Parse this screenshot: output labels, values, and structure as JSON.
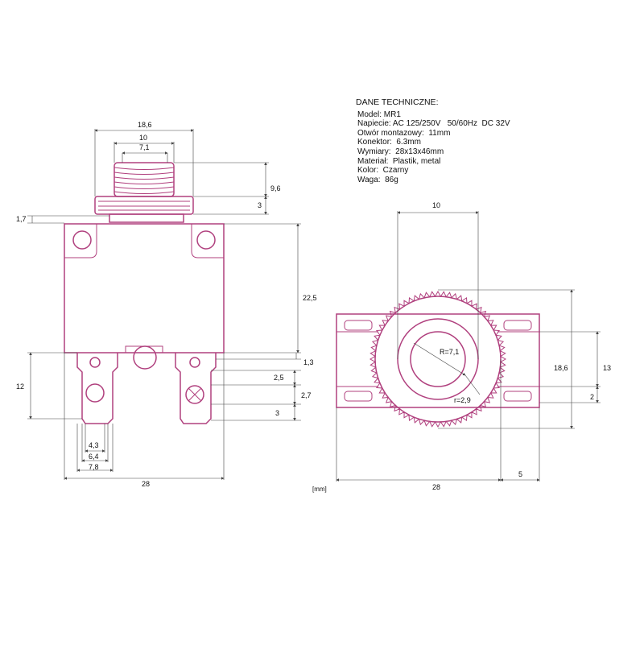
{
  "spec": {
    "title": "DANE TECHNICZNE:",
    "rows": [
      "Model: MR1",
      "Napiecie: AC 125/250V   50/60Hz  DC 32V",
      "Otwór montazowy:  11mm",
      "Konektor:  6.3mm",
      "Wymiary:  28x13x46mm",
      "Materiał:  Plastik, metal",
      "Kolor:  Czarny",
      "Waga:  86g"
    ]
  },
  "front_view": {
    "dims": {
      "top_width": "18,6",
      "thread_width": "10",
      "inner_width": "7,1",
      "thread_height": "9,6",
      "nut_height": "3",
      "flange": "1,7",
      "body_height": "22,5",
      "terminal_height": "12",
      "gap": "1,3",
      "hole_offset": "2,5",
      "hole_diameter": "2,7",
      "tip": "3",
      "term_a": "4,3",
      "term_b": "6,4",
      "term_c": "7,8",
      "total_width": "28"
    }
  },
  "top_view": {
    "dims": {
      "thread_width": "10",
      "radius_outer": "R=7,1",
      "radius_inner": "r=2,9",
      "diameter": "18,6",
      "depth": "13",
      "offset": "2",
      "total_width": "28",
      "extra": "5"
    }
  },
  "units": "[mm]",
  "colors": {
    "part": "#b0407e",
    "dimension": "#444444",
    "text": "#111111"
  }
}
